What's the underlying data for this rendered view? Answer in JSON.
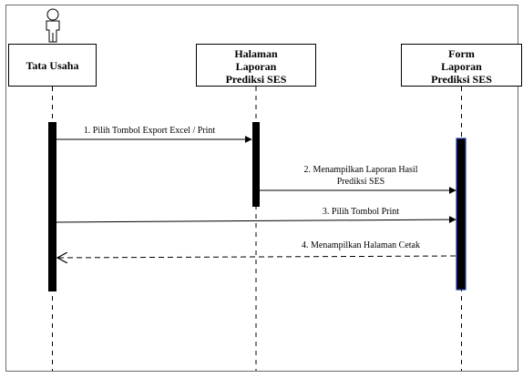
{
  "participants": [
    {
      "id": "tata_usaha",
      "lines": [
        "Tata Usaha"
      ],
      "actor": true
    },
    {
      "id": "halaman",
      "lines": [
        "Halaman",
        "Laporan",
        "Prediksi SES"
      ]
    },
    {
      "id": "form",
      "lines": [
        "Form",
        "Laporan",
        "Prediksi SES"
      ]
    }
  ],
  "messages": [
    {
      "lines": [
        "1. Pilih Tombol Export Excel / Print"
      ],
      "from": "tata_usaha",
      "to": "halaman",
      "style": "sync"
    },
    {
      "lines": [
        "2. Menampilkan Laporan Hasil",
        "Prediksi SES"
      ],
      "from": "halaman",
      "to": "form",
      "style": "sync"
    },
    {
      "lines": [
        "3. Pilih Tombol Print"
      ],
      "from": "tata_usaha",
      "to": "form",
      "style": "sync"
    },
    {
      "lines": [
        "4. Menampilkan Halaman Cetak"
      ],
      "from": "form",
      "to": "tata_usaha",
      "style": "return"
    }
  ],
  "colors": {
    "line": "#000000",
    "activation": "#000000",
    "activation_border_form": "#1f3fa6",
    "frame": "#6b6b6b"
  }
}
